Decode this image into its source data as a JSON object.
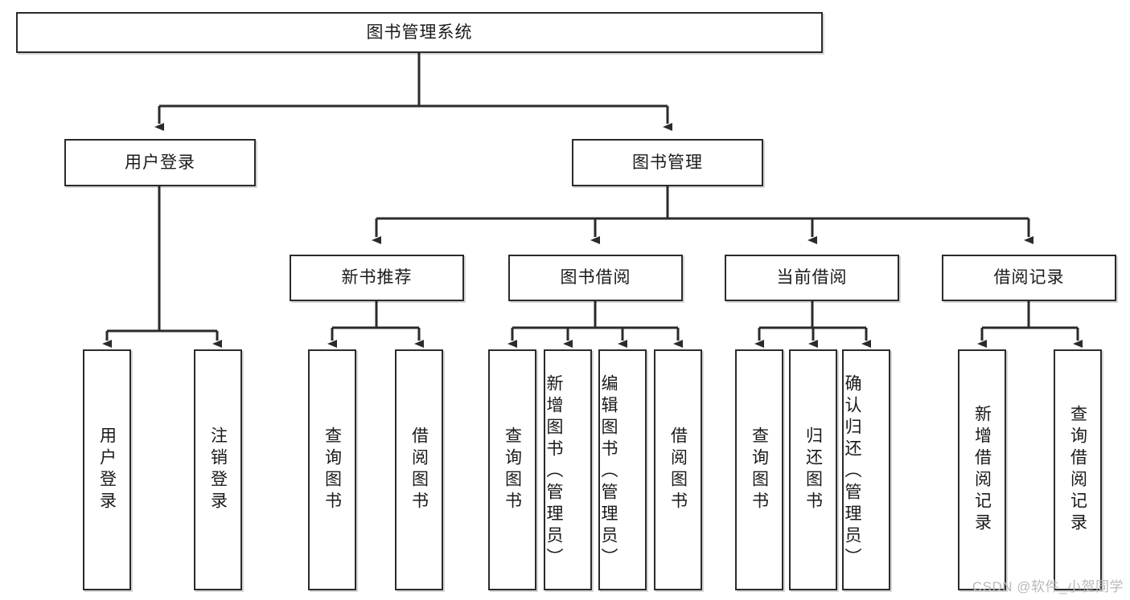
{
  "diagram": {
    "title": "图书管理系统",
    "type": "tree",
    "watermark": "CSDN @软件_小贺同学",
    "colors": {
      "box_border": "#2b2b2b",
      "box_fill": "#ffffff",
      "edge": "#2b2b2b",
      "text": "#1a1a1a",
      "watermark": "#b9b9b9"
    },
    "nodes": {
      "root": {
        "label": "图书管理系统",
        "level": 1
      },
      "l2": [
        {
          "id": "user_login",
          "label": "用户登录",
          "level": 2
        },
        {
          "id": "book_mgmt",
          "label": "图书管理",
          "level": 2
        }
      ],
      "l3": [
        {
          "id": "new_book_rec",
          "label": "新书推荐",
          "level": 3,
          "parent": "book_mgmt"
        },
        {
          "id": "book_borrow",
          "label": "图书借阅",
          "level": 3,
          "parent": "book_mgmt"
        },
        {
          "id": "current_borrow",
          "label": "当前借阅",
          "level": 3,
          "parent": "book_mgmt"
        },
        {
          "id": "borrow_record",
          "label": "借阅记录",
          "level": 3,
          "parent": "book_mgmt"
        }
      ],
      "leaves": [
        {
          "id": "leaf_user_login",
          "label": "用户登录",
          "parent": "user_login"
        },
        {
          "id": "leaf_logout",
          "label": "注销登录",
          "parent": "user_login"
        },
        {
          "id": "leaf_query_book_1",
          "label": "查询图书",
          "parent": "new_book_rec"
        },
        {
          "id": "leaf_borrow_book_1",
          "label": "借阅图书",
          "parent": "new_book_rec"
        },
        {
          "id": "leaf_query_book_2",
          "label": "查询图书",
          "parent": "book_borrow"
        },
        {
          "id": "leaf_add_book",
          "label": "新增图书（管理员）",
          "parent": "book_borrow"
        },
        {
          "id": "leaf_edit_book",
          "label": "编辑图书（管理员）",
          "parent": "book_borrow"
        },
        {
          "id": "leaf_borrow_book_2",
          "label": "借阅图书",
          "parent": "book_borrow"
        },
        {
          "id": "leaf_query_book_3",
          "label": "查询图书",
          "parent": "current_borrow"
        },
        {
          "id": "leaf_return_book",
          "label": "归还图书",
          "parent": "current_borrow"
        },
        {
          "id": "leaf_confirm_return",
          "label": "确认归还（管理员）",
          "parent": "current_borrow"
        },
        {
          "id": "leaf_add_record",
          "label": "新增借阅记录",
          "parent": "borrow_record"
        },
        {
          "id": "leaf_query_record",
          "label": "查询借阅记录",
          "parent": "borrow_record"
        }
      ]
    }
  }
}
